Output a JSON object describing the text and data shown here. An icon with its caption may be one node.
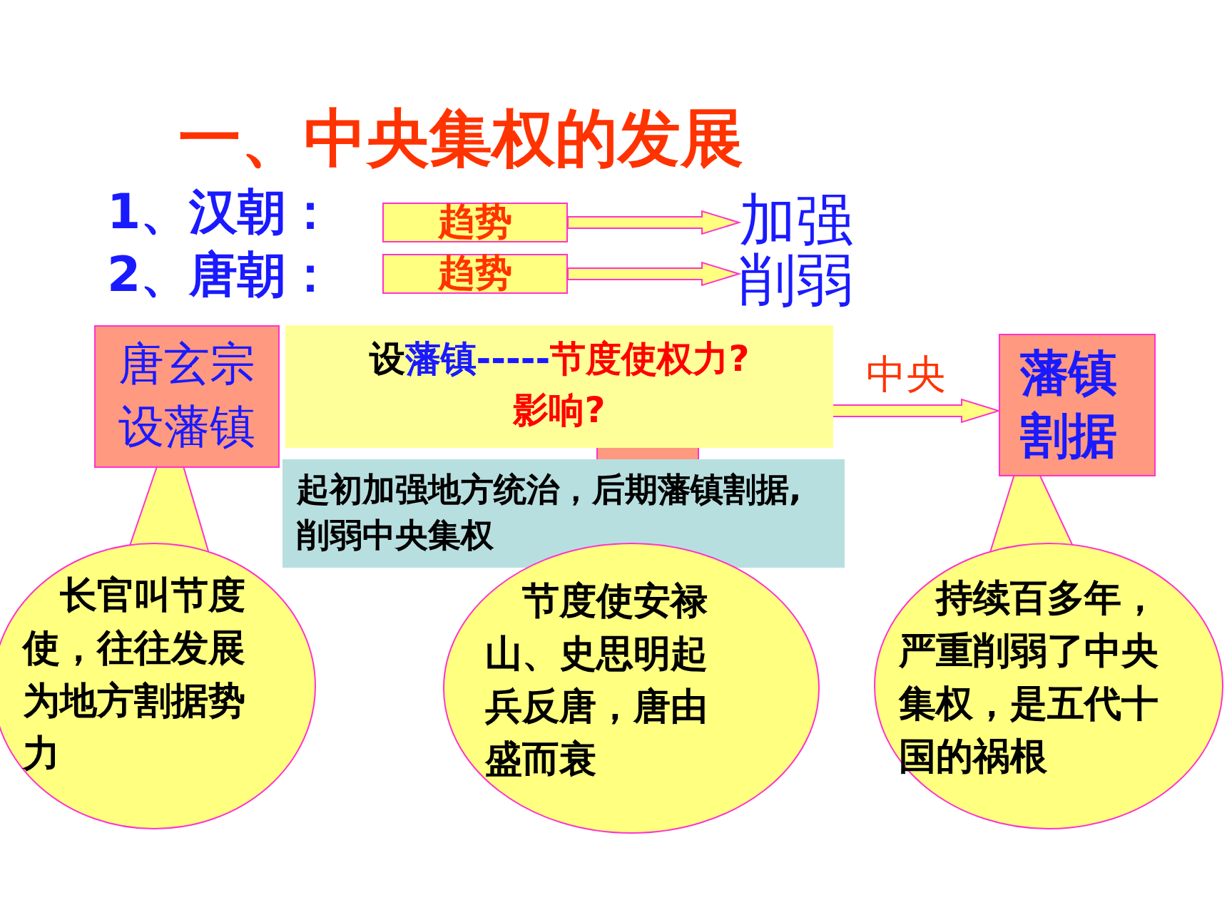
{
  "diagram": {
    "title": "一、中央集权的发展",
    "nodes": [
      {
        "text": [
          "趋势"
        ]
      },
      {
        "text": [
          "加强"
        ]
      },
      {
        "text": [
          "趋势"
        ]
      },
      {
        "text": [
          "削弱"
        ]
      },
      {
        "text": [
          "唐玄宗设藩镇"
        ]
      },
      {
        "text": [
          "设",
          "藩镇-----",
          "节度使权力?",
          "影响?"
        ]
      },
      {
        "text": [],
        "shape": "box"
      },
      {
        "text": [
          "藩镇割据"
        ]
      },
      {
        "text": [
          "起初加强地方统治，后期藩镇割据,削弱中央集权"
        ]
      },
      {
        "text": [
          "长官叫节度使，往往发展为地方割据势力"
        ]
      },
      {
        "text": [
          "节度使安禄山、史思明起兵反唐，唐由盛而衰"
        ]
      },
      {
        "text": [
          "持续百多年，严重削弱了中央集权，是五代十国的祸根"
        ]
      }
    ],
    "edges": [
      {
        "from": 0,
        "to": 1,
        "arrow": "to"
      },
      {
        "from": 2,
        "to": 3,
        "arrow": "to"
      },
      {
        "from": 6,
        "to": 7,
        "arrow": "to",
        "label": "中央"
      }
    ],
    "labels": [
      "1、汉朝：",
      "2、唐朝："
    ]
  }
}
